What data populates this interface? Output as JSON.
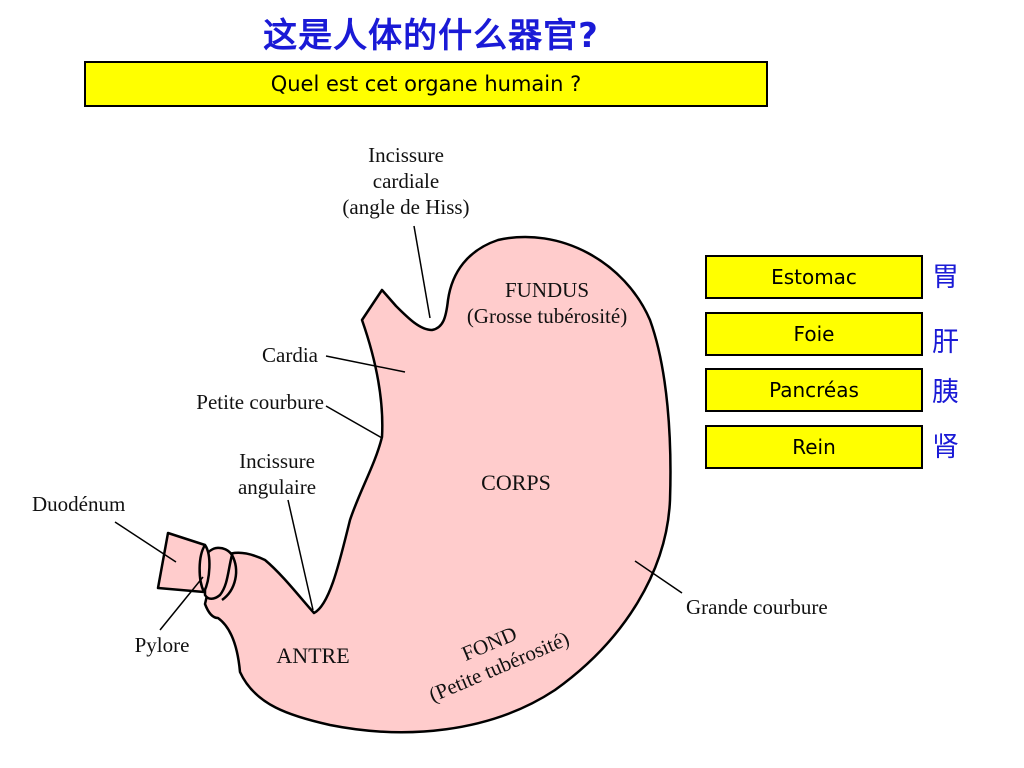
{
  "title_cn": "这是人体的什么器官?",
  "subtitle_fr": "Quel est cet organe humain ?",
  "colors": {
    "organ_fill": "#ffcccc",
    "box_fill": "#ffff00",
    "title_blue": "#1a1ad6"
  },
  "labels": {
    "incissure_cardiale": [
      "Incissure",
      "cardiale",
      "(angle de Hiss)"
    ],
    "fundus": [
      "FUNDUS",
      "(Grosse tubérosité)"
    ],
    "cardia": "Cardia",
    "petite_courbure": "Petite courbure",
    "incissure_angulaire": [
      "Incissure",
      "angulaire"
    ],
    "duodenum": "Duodénum",
    "corps": "CORPS",
    "grande_courbure": "Grande courbure",
    "pylore": "Pylore",
    "antre": "ANTRE",
    "fond": [
      "FOND",
      "(Petite tubérosité)"
    ]
  },
  "choices": [
    {
      "fr": "Estomac",
      "cn": "胃"
    },
    {
      "fr": "Foie",
      "cn": "肝"
    },
    {
      "fr": "Pancréas",
      "cn": "胰"
    },
    {
      "fr": "Rein",
      "cn": "肾"
    }
  ]
}
